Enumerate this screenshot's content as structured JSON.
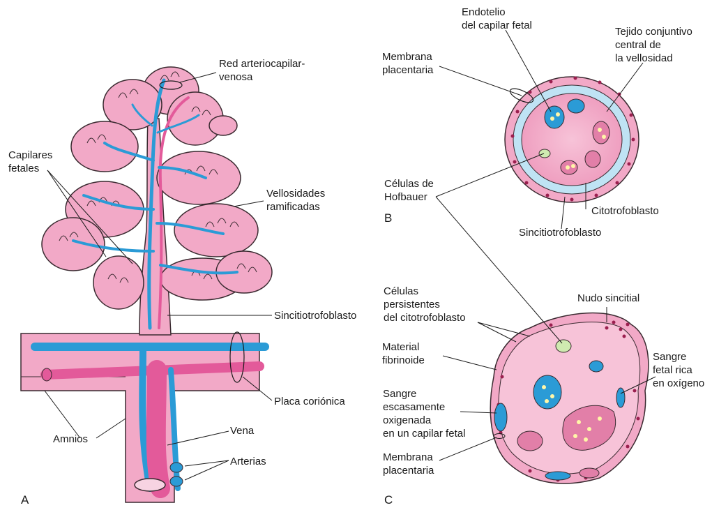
{
  "panels": {
    "a": "A",
    "b": "B",
    "c": "C"
  },
  "labels": {
    "red": [
      "Red arteriocapilar-",
      "venosa"
    ],
    "capilares": [
      "Capilares",
      "fetales"
    ],
    "vellosidades": [
      "Vellosidades",
      "ramificadas"
    ],
    "sincitio_a": [
      "Sincitiotrofoblasto"
    ],
    "placa": [
      "Placa coriónica"
    ],
    "amnios": [
      "Amnios"
    ],
    "vena": [
      "Vena"
    ],
    "arterias": [
      "Arterias"
    ],
    "endotelio": [
      "Endotelio",
      "del capilar fetal"
    ],
    "tejido": [
      "Tejido conjuntivo",
      "central de",
      "la vellosidad"
    ],
    "membrana_b": [
      "Membrana",
      "placentaria"
    ],
    "hofbauer": [
      "Células de",
      "Hofbauer"
    ],
    "citotrofo": [
      "Citotrofoblasto"
    ],
    "sincitio_b": [
      "Sincitiotrofoblasto"
    ],
    "persistentes": [
      "Células",
      "persistentes",
      "del citotrofoblasto"
    ],
    "nudo": [
      "Nudo sincitial"
    ],
    "fibrinoide": [
      "Material",
      "fibrinoide"
    ],
    "sangre_rica": [
      "Sangre",
      "fetal rica",
      "en oxígeno"
    ],
    "sangre_escasa": [
      "Sangre",
      "escasamente",
      "oxigenada",
      "en un capilar fetal"
    ],
    "membrana_c": [
      "Membrana",
      "placentaria"
    ]
  },
  "colors": {
    "tissue": "#f2a9c7",
    "tissue_dark": "#e27fa8",
    "outline": "#3a2a30",
    "vein": "#2b9bd6",
    "artery": "#e35a9a",
    "cell": "#bfe3f4",
    "nucleus": "#9b1f4f",
    "rbc": "#fff6a8",
    "hofbauer": "#cfeab0"
  }
}
